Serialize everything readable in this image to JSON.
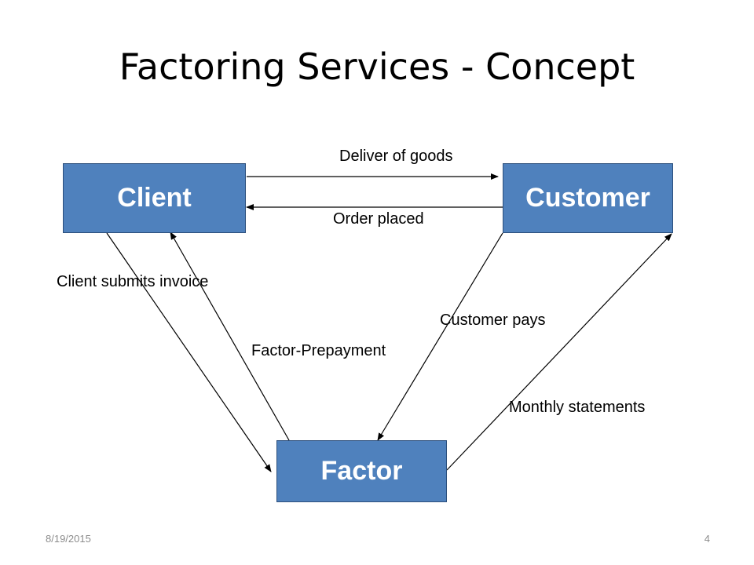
{
  "slide": {
    "title": "Factoring Services - Concept",
    "footer_date": "8/19/2015",
    "footer_page": "4"
  },
  "nodes": {
    "client": "Client",
    "customer": "Customer",
    "factor": "Factor"
  },
  "edges": {
    "deliver": "Deliver of goods",
    "order": "Order placed",
    "submits": "Client submits invoice",
    "pays": "Customer pays",
    "prepay": "Factor-Prepayment",
    "monthly": "Monthly statements"
  },
  "colors": {
    "box_fill": "#4f81bd",
    "box_text": "#ffffff",
    "arrow": "#000000",
    "footer": "#8c8c8c"
  }
}
